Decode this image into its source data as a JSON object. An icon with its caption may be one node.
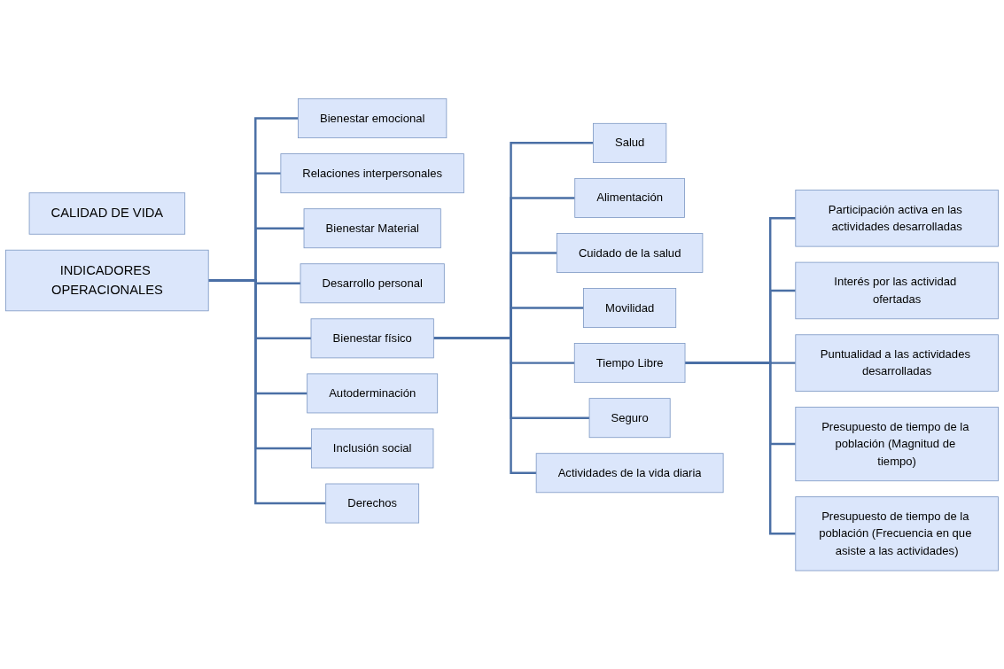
{
  "diagram": {
    "nodes": [
      {
        "text": [
          "CALIDAD DE VIDA"
        ]
      },
      {
        "text": [
          "INDICADORES OPERACIONALES"
        ]
      },
      {
        "text": [
          "Bienestar emocional"
        ]
      },
      {
        "text": [
          "Relaciones interpersonales"
        ]
      },
      {
        "text": [
          "Bienestar Material"
        ]
      },
      {
        "text": [
          "Desarrollo personal"
        ]
      },
      {
        "text": [
          "Bienestar físico"
        ]
      },
      {
        "text": [
          "Autoderminación"
        ]
      },
      {
        "text": [
          "Inclusión social"
        ]
      },
      {
        "text": [
          "Derechos"
        ]
      },
      {
        "text": [
          "Salud"
        ]
      },
      {
        "text": [
          "Alimentación"
        ]
      },
      {
        "text": [
          "Cuidado de la salud"
        ]
      },
      {
        "text": [
          "Movilidad"
        ]
      },
      {
        "text": [
          "Tiempo Libre"
        ]
      },
      {
        "text": [
          "Seguro"
        ]
      },
      {
        "text": [
          "Actividades de la vida diaria"
        ]
      },
      {
        "text": [
          "Participación activa en las actividades desarrolladas"
        ]
      },
      {
        "text": [
          "Interés por las actividad ofertadas"
        ]
      },
      {
        "text": [
          "Puntualidad a las actividades desarrolladas"
        ]
      },
      {
        "text": [
          "Presupuesto de tiempo de la población (Magnitud de tiempo)"
        ]
      },
      {
        "text": [
          "Presupuesto de tiempo de la población (Frecuencia en que asiste a las actividades)"
        ]
      }
    ],
    "edges": [
      {
        "from": 1,
        "to": 2,
        "arrow": "none"
      },
      {
        "from": 1,
        "to": 3,
        "arrow": "none"
      },
      {
        "from": 1,
        "to": 4,
        "arrow": "none"
      },
      {
        "from": 1,
        "to": 5,
        "arrow": "none"
      },
      {
        "from": 1,
        "to": 6,
        "arrow": "none"
      },
      {
        "from": 1,
        "to": 7,
        "arrow": "none"
      },
      {
        "from": 1,
        "to": 8,
        "arrow": "none"
      },
      {
        "from": 1,
        "to": 9,
        "arrow": "none"
      },
      {
        "from": 6,
        "to": 10,
        "arrow": "none"
      },
      {
        "from": 6,
        "to": 11,
        "arrow": "none"
      },
      {
        "from": 6,
        "to": 12,
        "arrow": "none"
      },
      {
        "from": 6,
        "to": 13,
        "arrow": "none"
      },
      {
        "from": 6,
        "to": 14,
        "arrow": "none"
      },
      {
        "from": 6,
        "to": 15,
        "arrow": "none"
      },
      {
        "from": 6,
        "to": 16,
        "arrow": "none"
      },
      {
        "from": 14,
        "to": 17,
        "arrow": "none"
      },
      {
        "from": 14,
        "to": 18,
        "arrow": "none"
      },
      {
        "from": 14,
        "to": 19,
        "arrow": "none"
      },
      {
        "from": 14,
        "to": 20,
        "arrow": "none"
      },
      {
        "from": 14,
        "to": 21,
        "arrow": "none"
      }
    ]
  }
}
